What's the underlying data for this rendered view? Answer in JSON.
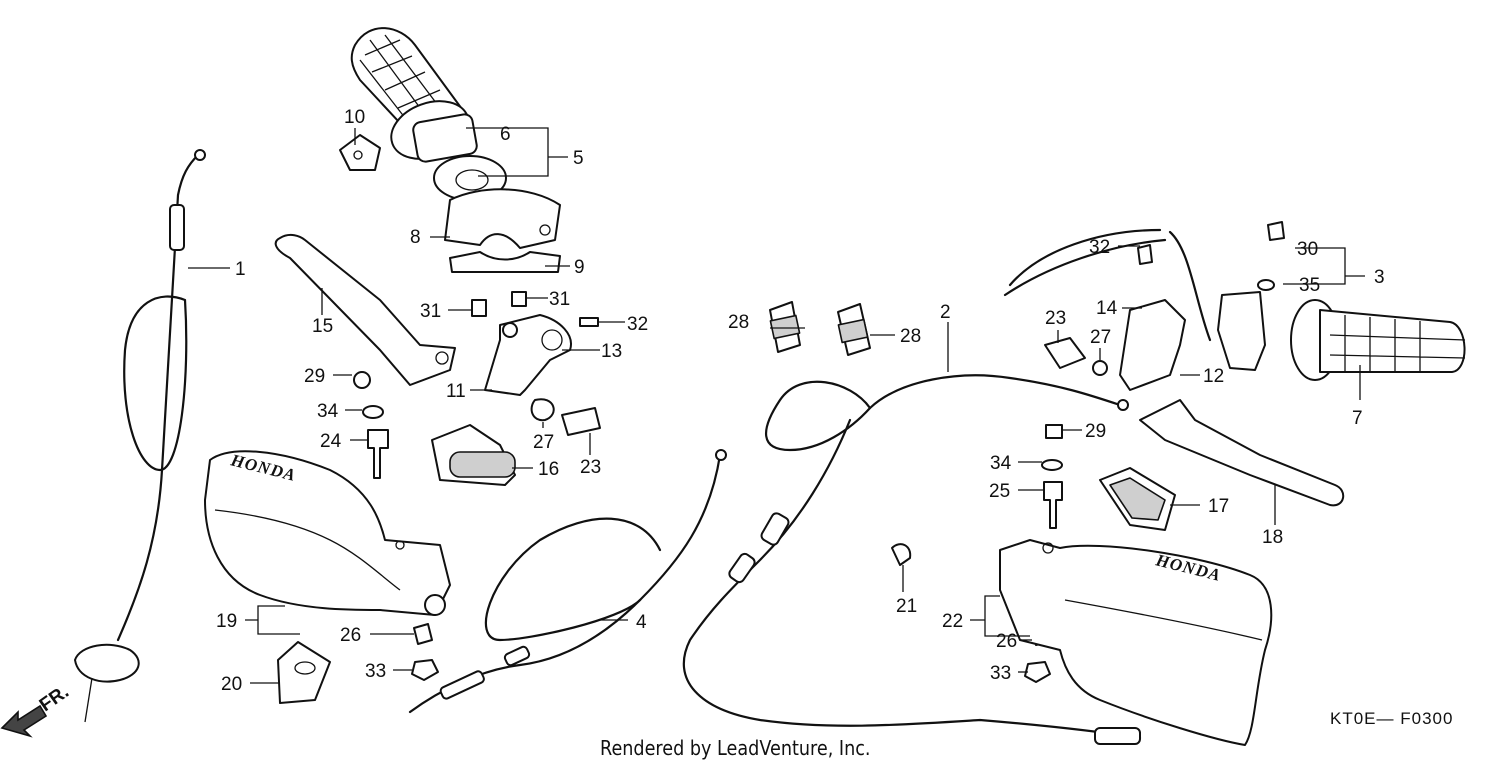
{
  "callouts": {
    "c1": "1",
    "c2": "2",
    "c3": "3",
    "c4": "4",
    "c5": "5",
    "c6": "6",
    "c7": "7",
    "c8": "8",
    "c9": "9",
    "c10": "10",
    "c11": "11",
    "c12": "12",
    "c13": "13",
    "c14": "14",
    "c15": "15",
    "c16": "16",
    "c17": "17",
    "c18": "18",
    "c19": "19",
    "c20": "20",
    "c21": "21",
    "c22": "22",
    "c23a": "23",
    "c23b": "23",
    "c24": "24",
    "c25": "25",
    "c26a": "26",
    "c26b": "26",
    "c27a": "27",
    "c27b": "27",
    "c28a": "28",
    "c28b": "28",
    "c29a": "29",
    "c29b": "29",
    "c30": "30",
    "c31a": "31",
    "c31b": "31",
    "c32a": "32",
    "c32b": "32",
    "c33a": "33",
    "c33b": "33",
    "c34a": "34",
    "c34b": "34",
    "c35": "35"
  },
  "brand_left": "HONDA",
  "brand_right": "HONDA",
  "direction_label": "FR.",
  "diagram_code": "KT0E— F0300",
  "credit": "Rendered by LeadVenture, Inc."
}
